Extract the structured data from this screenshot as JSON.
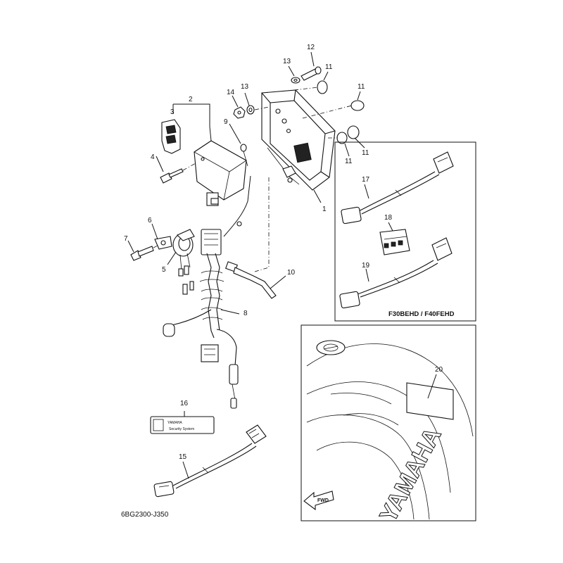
{
  "diagram_code": "6BG2300-J350",
  "variant_box_label": "F30BEHD / F40FEHD",
  "label_16_text": {
    "brand": "YAMAHA",
    "caption": "Security System"
  },
  "cowling_text": {
    "arrow": "FWD",
    "brand": "YAMAHA"
  },
  "callouts": {
    "c1": "1",
    "c2": "2",
    "c3": "3",
    "c4": "4",
    "c5": "5",
    "c6": "6",
    "c7": "7",
    "c8": "8",
    "c9": "9",
    "c10": "10",
    "c11a": "11",
    "c11b": "11",
    "c11c": "11",
    "c11d": "11",
    "c12": "12",
    "c13a": "13",
    "c13b": "13",
    "c14": "14",
    "c15": "15",
    "c16": "16",
    "c17": "17",
    "c18": "18",
    "c19": "19",
    "c20": "20"
  }
}
